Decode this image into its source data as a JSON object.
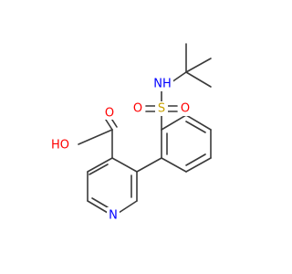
{
  "colors": {
    "bond": "#3a3a3a",
    "oxygen": "#ff0000",
    "nitrogen": "#0000ff",
    "sulfur": "#c8a200",
    "carbon": "#3a3a3a"
  },
  "atoms": {
    "oh": "HO",
    "o_carbonyl": "O",
    "n_pyridine": "N",
    "s": "S",
    "o_s_left": "O",
    "o_s_right": "O",
    "nh": "NH"
  }
}
